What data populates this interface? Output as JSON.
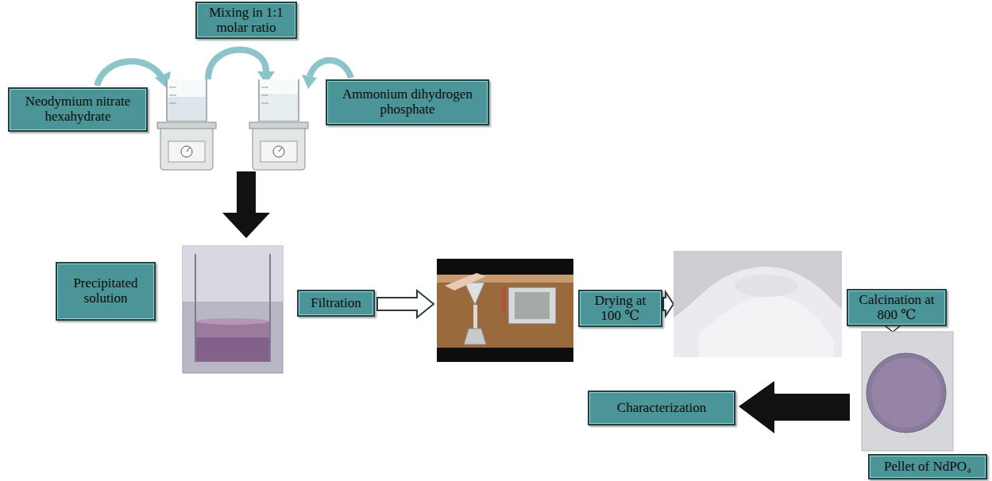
{
  "diagram": {
    "nodes": [
      {
        "text": [
          "Mixing in 1:1 molar ratio"
        ]
      },
      {
        "text": [
          "Neodymium nitrate hexahydrate"
        ]
      },
      {
        "text": [
          "Ammonium dihydrogen phosphate"
        ]
      },
      {
        "text": [
          "Precipitated solution"
        ]
      },
      {
        "text": [
          "Filtration"
        ]
      },
      {
        "text": [
          "Drying at 100 ℃"
        ]
      },
      {
        "text": [
          "Calcination at 800 ℃"
        ]
      },
      {
        "text": [
          "Characterization"
        ]
      },
      {
        "text": [
          "Pellet of NdPO₄"
        ]
      }
    ]
  }
}
